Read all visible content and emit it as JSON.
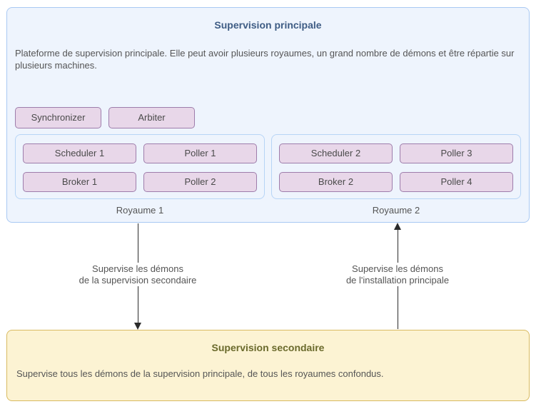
{
  "colors": {
    "page-bg": "#ffffff",
    "primary-box-bg": "#eef4fd",
    "primary-box-border": "#a9c9f3",
    "primary-title": "#3e5c84",
    "body-text": "#555555",
    "daemon-bg": "#e8d7e9",
    "daemon-border": "#9e7dab",
    "daemon-text": "#4a4a4a",
    "realm-border": "#b7d5f6",
    "secondary-box-bg": "#fcf3d3",
    "secondary-box-border": "#d9ba60",
    "secondary-title": "#6a6a2c",
    "arrow-color": "#2b2b2b"
  },
  "principal": {
    "title": "Supervision principale",
    "description": "Plateforme de supervision principale. Elle peut avoir plusieurs royaumes, un grand nombre de démons et être répartie sur plusieurs machines.",
    "daemons": [
      "Synchronizer",
      "Arbiter"
    ],
    "realms": [
      {
        "label": "Royaume 1",
        "daemons": [
          "Scheduler 1",
          "Poller 1",
          "Broker 1",
          "Poller 2"
        ]
      },
      {
        "label": "Royaume 2",
        "daemons": [
          "Scheduler 2",
          "Poller 3",
          "Broker 2",
          "Poller 4"
        ]
      }
    ]
  },
  "arrows": [
    {
      "direction": "down",
      "label_line1": "Supervise les démons",
      "label_line2": "de la supervision secondaire"
    },
    {
      "direction": "up",
      "label_line1": "Supervise les démons",
      "label_line2": "de l'installation principale"
    }
  ],
  "secondary": {
    "title": "Supervision secondaire",
    "description": "Supervise tous les démons de la supervision principale, de tous les royaumes confondus."
  }
}
